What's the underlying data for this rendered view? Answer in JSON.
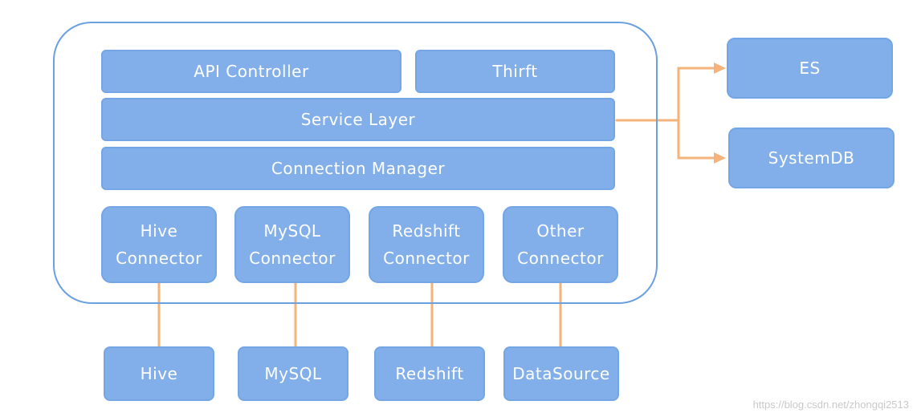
{
  "diagram": {
    "layers": {
      "api_controller": "API Controller",
      "thrift": "Thirft",
      "service_layer": "Service Layer",
      "connection_manager": "Connection Manager"
    },
    "connectors": [
      {
        "line1": "Hive",
        "line2": "Connector"
      },
      {
        "line1": "MySQL",
        "line2": "Connector"
      },
      {
        "line1": "Redshift",
        "line2": "Connector"
      },
      {
        "line1": "Other",
        "line2": "Connector"
      }
    ],
    "datasources": [
      "Hive",
      "MySQL",
      "Redshift",
      "DataSource"
    ],
    "external": {
      "es": "ES",
      "systemdb": "SystemDB"
    }
  },
  "colors": {
    "box_fill": "#82afe9",
    "box_border": "#74a6e6",
    "container_border": "#6a9fe0",
    "link": "#f3b37a",
    "text": "#ffffff"
  },
  "watermark": "https://blog.csdn.net/zhongqi2513"
}
